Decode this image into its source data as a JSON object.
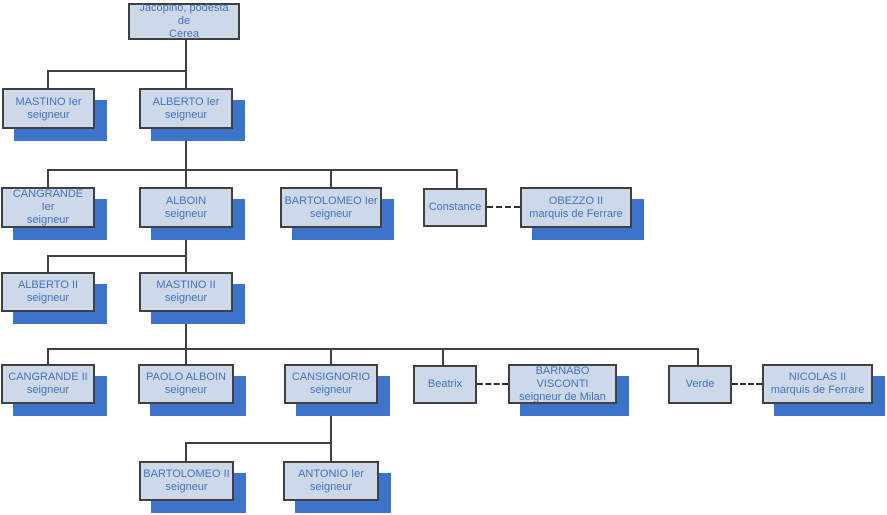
{
  "diagram": {
    "type": "family-tree",
    "colors": {
      "node_fill": "#cdd9e8",
      "node_border": "#404040",
      "node_text": "#4472c4",
      "node_shadow": "#3b74c9",
      "connector": "#404040",
      "background": "#ffffff"
    }
  },
  "nodes": [
    {
      "id": "jacopino",
      "line1": "Jacopino, podesta de",
      "line2": "Cerea"
    },
    {
      "id": "mastino-1er",
      "line1": "MASTINO Ier",
      "line2": "seigneur"
    },
    {
      "id": "alberto-1er",
      "line1": "ALBERTO Ier",
      "line2": "seigneur"
    },
    {
      "id": "cangrande-1er",
      "line1": "CANGRANDE Ier",
      "line2": "seigneur"
    },
    {
      "id": "alboin",
      "line1": "ALBOIN",
      "line2": "seigneur"
    },
    {
      "id": "bartolomeo-1er",
      "line1": "BARTOLOMEO Ier",
      "line2": "seigneur"
    },
    {
      "id": "constance",
      "line1": "Constance"
    },
    {
      "id": "obezzo-2",
      "line1": "OBEZZO II",
      "line2": "marquis de Ferrare"
    },
    {
      "id": "alberto-2",
      "line1": "ALBERTO II",
      "line2": "seigneur"
    },
    {
      "id": "mastino-2",
      "line1": "MASTINO II",
      "line2": "seigneur"
    },
    {
      "id": "cangrande-2",
      "line1": "CANGRANDE II",
      "line2": "seigneur"
    },
    {
      "id": "paolo-alboin",
      "line1": "PAOLO ALBOIN",
      "line2": "seigneur"
    },
    {
      "id": "cansignorio",
      "line1": "CANSIGNORIO",
      "line2": "seigneur"
    },
    {
      "id": "beatrix",
      "line1": "Beatrix"
    },
    {
      "id": "barnabo-visconti",
      "line1": "BARNABO VISCONTI",
      "line2": "seigneur de Milan"
    },
    {
      "id": "verde",
      "line1": "Verde"
    },
    {
      "id": "nicolas-2",
      "line1": "NICOLAS II",
      "line2": "marquis de Ferrare"
    },
    {
      "id": "bartolomeo-2",
      "line1": "BARTOLOMEO II",
      "line2": "seigneur"
    },
    {
      "id": "antonio-1er",
      "line1": "ANTONIO Ier",
      "line2": "seigneur"
    }
  ]
}
